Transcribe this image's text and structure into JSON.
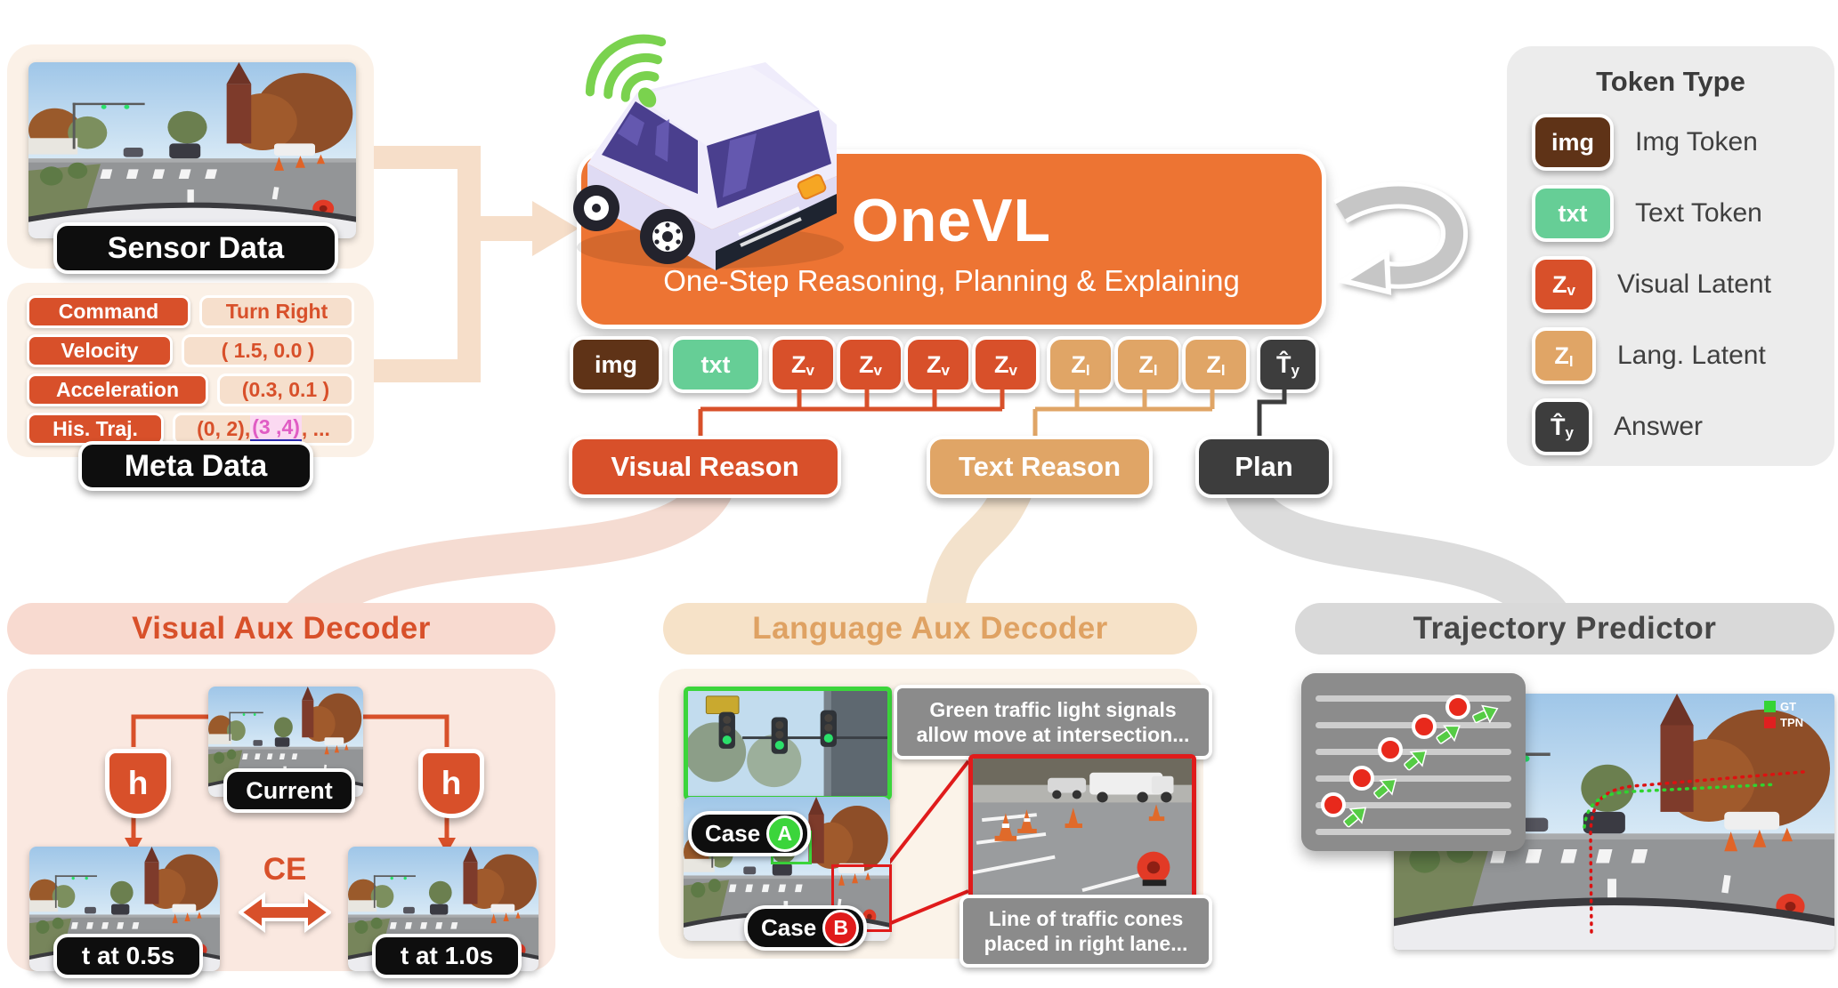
{
  "colors": {
    "brand_orange": "#ED7433",
    "visual_red": "#D8502A",
    "lang_tan": "#E0A566",
    "text_green": "#66CE96",
    "img_brown": "#5F3317",
    "answer_dark": "#3D3D3D",
    "highlight_pink": "#E05CC4",
    "case_green": "#3BD53B",
    "case_red": "#E01B1B"
  },
  "sensor": {
    "label": "Sensor Data"
  },
  "meta": {
    "label": "Meta Data",
    "rows": [
      {
        "key": "Command",
        "value": "Turn Right"
      },
      {
        "key": "Velocity",
        "value": "( 1.5, 0.0 )"
      },
      {
        "key": "Acceleration",
        "value": "(0.3, 0.1 )"
      },
      {
        "key": "His. Traj.",
        "value_pre": "(0, 2), ",
        "value_hl": "(3 ,4)",
        "value_post": ", ..."
      }
    ]
  },
  "onevl": {
    "title": "OneVL",
    "subtitle": "One-Step Reasoning, Planning & Explaining"
  },
  "tokens": {
    "items": [
      {
        "main": "img"
      },
      {
        "main": "txt"
      },
      {
        "main": "Z",
        "sub": "v"
      },
      {
        "main": "Z",
        "sub": "v"
      },
      {
        "main": "Z",
        "sub": "v"
      },
      {
        "main": "Z",
        "sub": "v"
      },
      {
        "main": "Z",
        "sub": "l"
      },
      {
        "main": "Z",
        "sub": "l"
      },
      {
        "main": "Z",
        "sub": "l"
      },
      {
        "main": "T̂",
        "sub": "y"
      }
    ]
  },
  "branches": {
    "visual": "Visual Reason",
    "text": "Text Reason",
    "plan": "Plan"
  },
  "legend": {
    "title": "Token Type",
    "items": [
      {
        "main": "img",
        "label": "Img Token"
      },
      {
        "main": "txt",
        "label": "Text Token"
      },
      {
        "main": "Z",
        "sub": "v",
        "label": "Visual Latent"
      },
      {
        "main": "Z",
        "sub": "l",
        "label": "Lang. Latent"
      },
      {
        "main": "T̂",
        "sub": "y",
        "label": "Answer"
      }
    ]
  },
  "visual_aux": {
    "title": "Visual Aux Decoder",
    "current_label": "Current",
    "encoder": "h",
    "loss": "CE",
    "t05_label": "t at 0.5s",
    "t10_label": "t at 1.0s"
  },
  "language_aux": {
    "title": "Language Aux Decoder",
    "case_label": "Case",
    "case_a": "A",
    "case_b": "B",
    "caption_a": "Green traffic light signals allow move at intersection...",
    "caption_b": "Line of traffic cones placed in right lane..."
  },
  "trajectory": {
    "title": "Trajectory Predictor",
    "legend_gt": "GT",
    "legend_tpn": "TPN"
  }
}
